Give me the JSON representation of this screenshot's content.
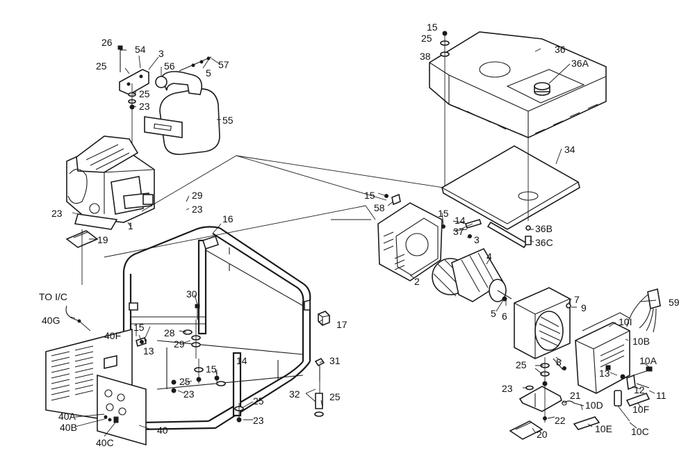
{
  "labels": {
    "l26": "26",
    "l54": "54",
    "l3a": "3",
    "l25a": "25",
    "l56": "56",
    "l57": "57",
    "l5a": "5",
    "l25b": "25",
    "l23a": "23",
    "l55": "55",
    "l15a": "15",
    "l25c": "25",
    "l38": "38",
    "l36": "36",
    "l36A": "36A",
    "l34": "34",
    "l29a": "29",
    "l23b": "23",
    "l23c": "23",
    "l1": "1",
    "l19": "19",
    "l16": "16",
    "l15b": "15",
    "l58": "58",
    "l15c": "15",
    "l14a": "14",
    "l37": "37",
    "l3b": "3",
    "l36B": "36B",
    "l36C": "36C",
    "l2": "2",
    "l4": "4",
    "toic": "TO I/C",
    "l40G": "40G",
    "l30": "30",
    "l17": "17",
    "l15d": "15",
    "l13a": "13",
    "l40F": "40F",
    "l28": "28",
    "l29b": "29",
    "l5b": "5",
    "l6": "6",
    "l7": "7",
    "l9": "9",
    "l59": "59",
    "l10I": "10I",
    "l10B": "10B",
    "l8": "8",
    "l25d": "25",
    "l10A": "10A",
    "l13b": "13",
    "l12": "12",
    "l11": "11",
    "l23d": "23",
    "l21": "21",
    "l10D": "10D",
    "l10F": "10F",
    "l22": "22",
    "l10E": "10E",
    "l10C": "10C",
    "l20": "20",
    "l31": "31",
    "l15e": "15",
    "l14b": "14",
    "l25e": "25",
    "l23e": "23",
    "l32": "32",
    "l25f": "25",
    "l25g": "25",
    "l23f": "23",
    "l40A": "40A",
    "l40B": "40B",
    "l40C": "40C",
    "l40": "40"
  }
}
